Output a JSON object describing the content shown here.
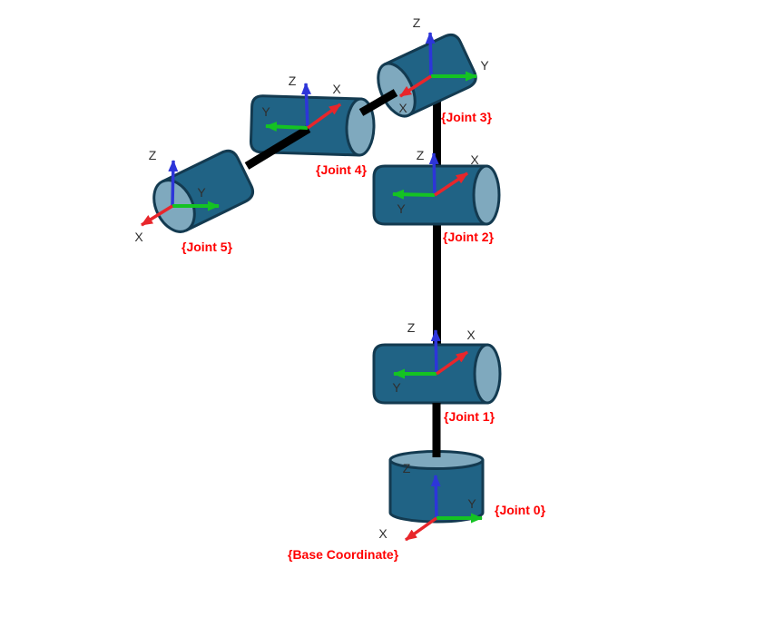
{
  "diagram": {
    "type": "robot-arm-kinematic-chain",
    "axes_letters": {
      "x": "X",
      "y": "Y",
      "z": "Z"
    },
    "labels": {
      "base": "{Base Coordinate}",
      "joint0": "{Joint 0}",
      "joint1": "{Joint 1}",
      "joint2": "{Joint 2}",
      "joint3": "{Joint 3}",
      "joint4": "{Joint 4}",
      "joint5": "{Joint 5}"
    },
    "colors": {
      "x_axis_red": "#e8262b",
      "y_axis_green": "#14c323",
      "z_axis_blue": "#2d35d9",
      "joint_label_red": "#ff0000",
      "axis_letter_gray": "#2f2f2f",
      "cylinder_body_teal": "#206385",
      "cylinder_face_light": "#7fa9be",
      "cylinder_outline": "#133a50",
      "link_black": "#000000",
      "background": "#ffffff"
    }
  }
}
